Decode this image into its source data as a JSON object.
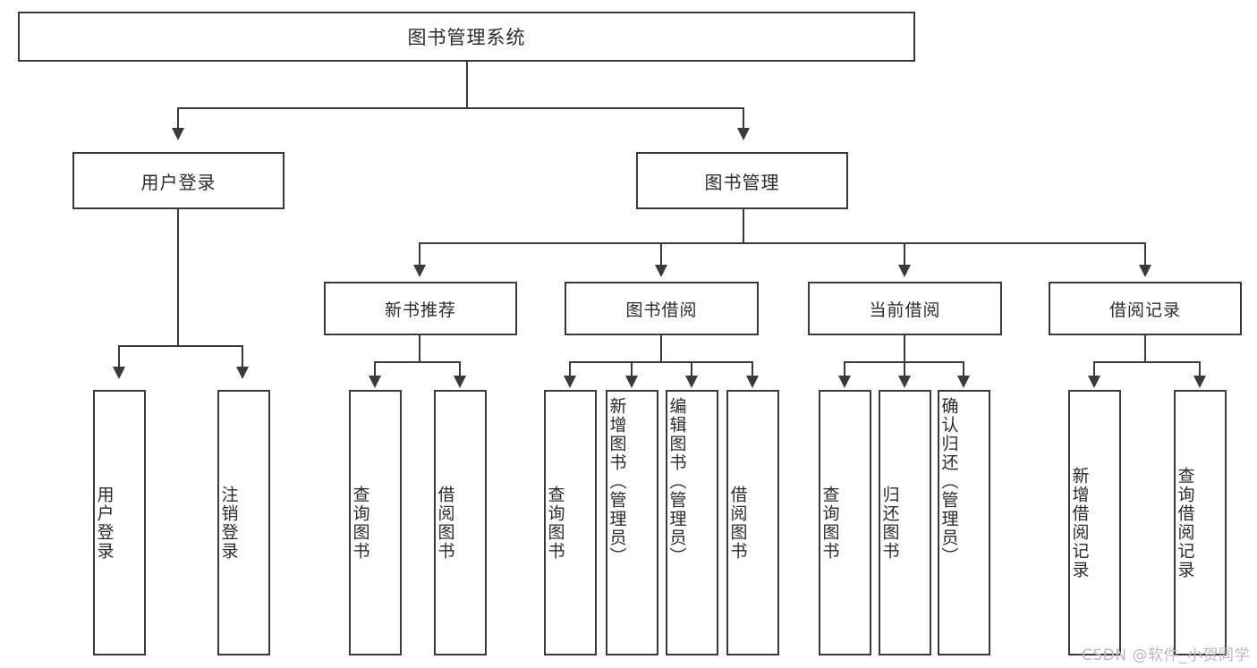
{
  "diagram": {
    "type": "tree-hierarchy",
    "title": "图书管理系统",
    "root": {
      "label": "图书管理系统"
    },
    "level2": [
      {
        "label": "用户登录"
      },
      {
        "label": "图书管理"
      }
    ],
    "level3": [
      {
        "label": "新书推荐"
      },
      {
        "label": "图书借阅"
      },
      {
        "label": "当前借阅"
      },
      {
        "label": "借阅记录"
      }
    ],
    "leaves": {
      "user_login": [
        {
          "label": "用户登录"
        },
        {
          "label": "注销登录"
        }
      ],
      "new_book_recommend": [
        {
          "label": "查询图书"
        },
        {
          "label": "借阅图书"
        }
      ],
      "book_borrow": [
        {
          "label": "查询图书"
        },
        {
          "label": "新增图书（管理员）"
        },
        {
          "label": "编辑图书（管理员）"
        },
        {
          "label": "借阅图书"
        }
      ],
      "current_borrow": [
        {
          "label": "查询图书"
        },
        {
          "label": "归还图书"
        },
        {
          "label": "确认归还（管理员）"
        }
      ],
      "borrow_record": [
        {
          "label": "新增借阅记录"
        },
        {
          "label": "查询借阅记录"
        }
      ]
    }
  },
  "watermark": {
    "text": "CSDN @软件_小贺同学"
  },
  "colors": {
    "border": "#3a3a3a",
    "background": "#ffffff",
    "text": "#2b2b2b",
    "watermark": "#b9b9b9"
  }
}
